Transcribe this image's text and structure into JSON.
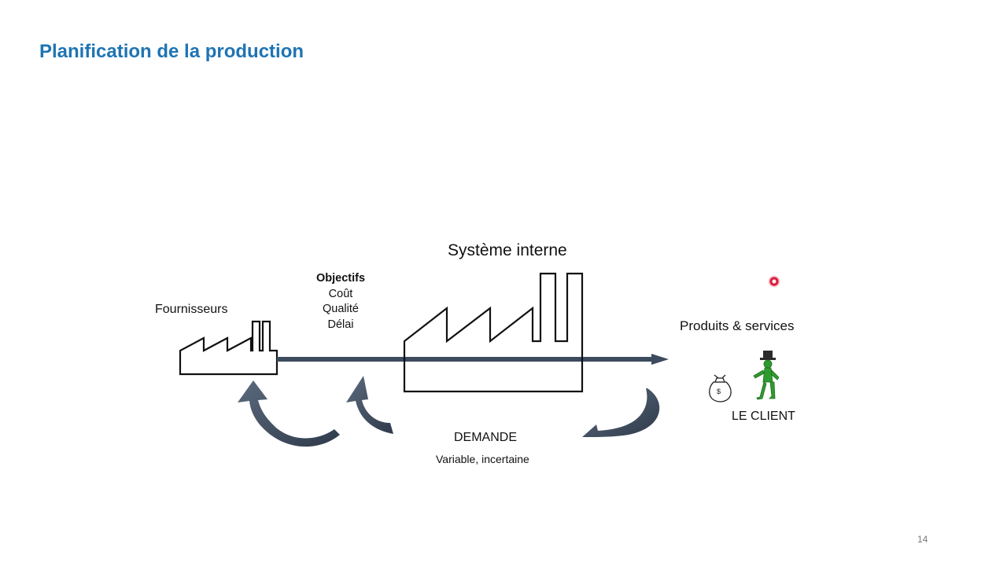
{
  "slide": {
    "title": "Planification de la production",
    "page_number": "14"
  },
  "diagram": {
    "system_title": "Système interne",
    "suppliers_label": "Fournisseurs",
    "objectives": {
      "heading": "Objectifs",
      "items": [
        "Coût",
        "Qualité",
        "Délai"
      ]
    },
    "products_label": "Produits & services",
    "client_label": "LE CLIENT",
    "demand_label": "DEMANDE",
    "demand_sub": "Variable, incertaine",
    "colors": {
      "title": "#1f74b3",
      "flow_arrow": "#3c4b5e",
      "feedback_arrows": "#3e4b5c",
      "client_figure": "#2e9b2e"
    },
    "icons": [
      "factory-icon",
      "money-bag-icon",
      "client-figure-icon",
      "laser-pointer-icon"
    ]
  }
}
